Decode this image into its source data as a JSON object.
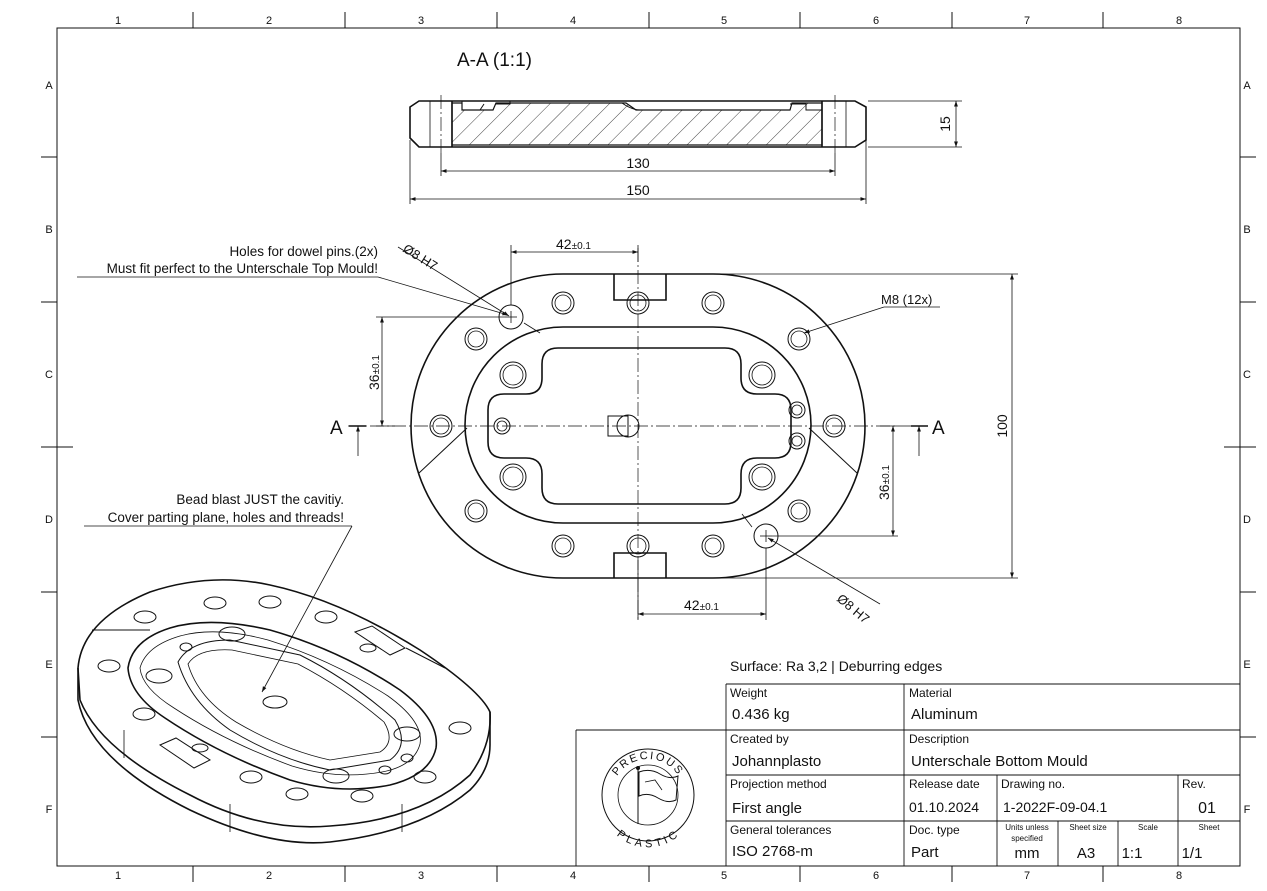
{
  "zones": {
    "columns": [
      "1",
      "2",
      "3",
      "4",
      "5",
      "6",
      "7",
      "8"
    ],
    "rows": [
      "A",
      "B",
      "C",
      "D",
      "E",
      "F"
    ]
  },
  "section": {
    "title": "A-A (1:1)",
    "dim_inner_width": "130",
    "dim_outer_width": "150",
    "dim_height": "15"
  },
  "plan": {
    "dim_top_offset_main": "42",
    "dim_top_offset_tol": "±0.1",
    "dim_bottom_offset_main": "42",
    "dim_bottom_offset_tol": "±0.1",
    "dim_left_height_main": "36",
    "dim_left_height_tol": "±0.1",
    "dim_right_height_main": "36",
    "dim_right_height_tol": "±0.1",
    "dim_total_height": "100",
    "dowel_label_top": "Ø8 H7",
    "dowel_label_bottom": "Ø8 H7",
    "thread_label": "M8 (12x)",
    "section_mark": "A"
  },
  "notes": {
    "holes_line1": "Holes for dowel pins.(2x)",
    "holes_line2": "Must fit perfect to the Unterschale Top Mould!",
    "blast_line1": "Bead blast JUST the cavitiy.",
    "blast_line2": "Cover parting plane, holes and threads!",
    "surface": "Surface: Ra 3,2 | Deburring edges"
  },
  "logo": {
    "text_top": "PRECIOUS",
    "text_bottom": "PLASTIC"
  },
  "title_block": {
    "weight_label": "Weight",
    "weight_value": "0.436 kg",
    "material_label": "Material",
    "material_value": "Aluminum",
    "created_label": "Created by",
    "created_value": "Johannplasto",
    "description_label": "Description",
    "description_value": "Unterschale Bottom Mould",
    "projection_label": "Projection method",
    "projection_value": "First angle",
    "release_label": "Release date",
    "release_value": "01.10.2024",
    "drawing_label": "Drawing no.",
    "drawing_value": "1-2022F-09-04.1",
    "rev_label": "Rev.",
    "rev_value": "01",
    "tolerances_label": "General tolerances",
    "tolerances_value": "ISO 2768-m",
    "doctype_label": "Doc. type",
    "doctype_value": "Part",
    "units_label_1": "Units unless",
    "units_label_2": "specified",
    "units_value": "mm",
    "sheetsize_label": "Sheet size",
    "sheetsize_value": "A3",
    "scale_label": "Scale",
    "scale_value": "1:1",
    "sheet_label": "Sheet",
    "sheet_value": "1/1"
  }
}
